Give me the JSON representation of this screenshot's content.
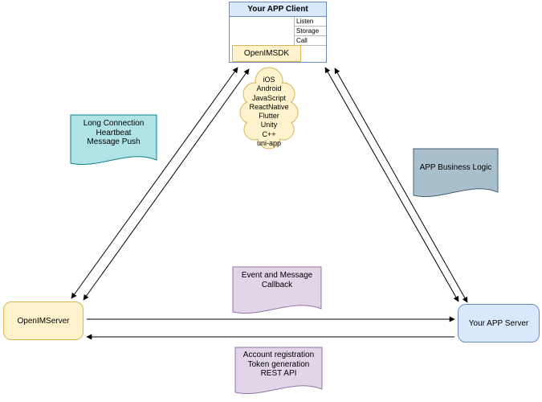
{
  "client": {
    "title": "Your APP Client",
    "rows": [
      "Listen",
      "Storage",
      "Call"
    ],
    "sdk": "OpenIMSDK"
  },
  "cloud": {
    "platforms": [
      "iOS",
      "Android",
      "JavaScript",
      "ReactNative",
      "Flutter",
      "Unity",
      "C++",
      "uni-app"
    ]
  },
  "notes": {
    "long_connection": {
      "lines": [
        "Long Connection",
        "Heartbeat",
        "Message Push"
      ]
    },
    "business_logic": {
      "lines": [
        "APP Business Logic"
      ]
    },
    "event_callback": {
      "lines": [
        "Event and Message",
        "Callback"
      ]
    },
    "account": {
      "lines": [
        "Account registration",
        "Token generation",
        "REST API"
      ]
    }
  },
  "servers": {
    "openim": "OpenIMServer",
    "app": "Your APP Server"
  },
  "colors": {
    "yellow_fill": "#fff2cc",
    "yellow_stroke": "#d6b656",
    "blue_fill": "#dae8fc",
    "blue_stroke": "#6c8ebf",
    "purple_fill": "#e1d5e7",
    "purple_stroke": "#9673a6",
    "teal_fill": "#b0e3e6",
    "teal_stroke": "#0e8088",
    "gray_fill": "#a8bfcc",
    "gray_stroke": "#47606f",
    "arrow": "#000000"
  }
}
